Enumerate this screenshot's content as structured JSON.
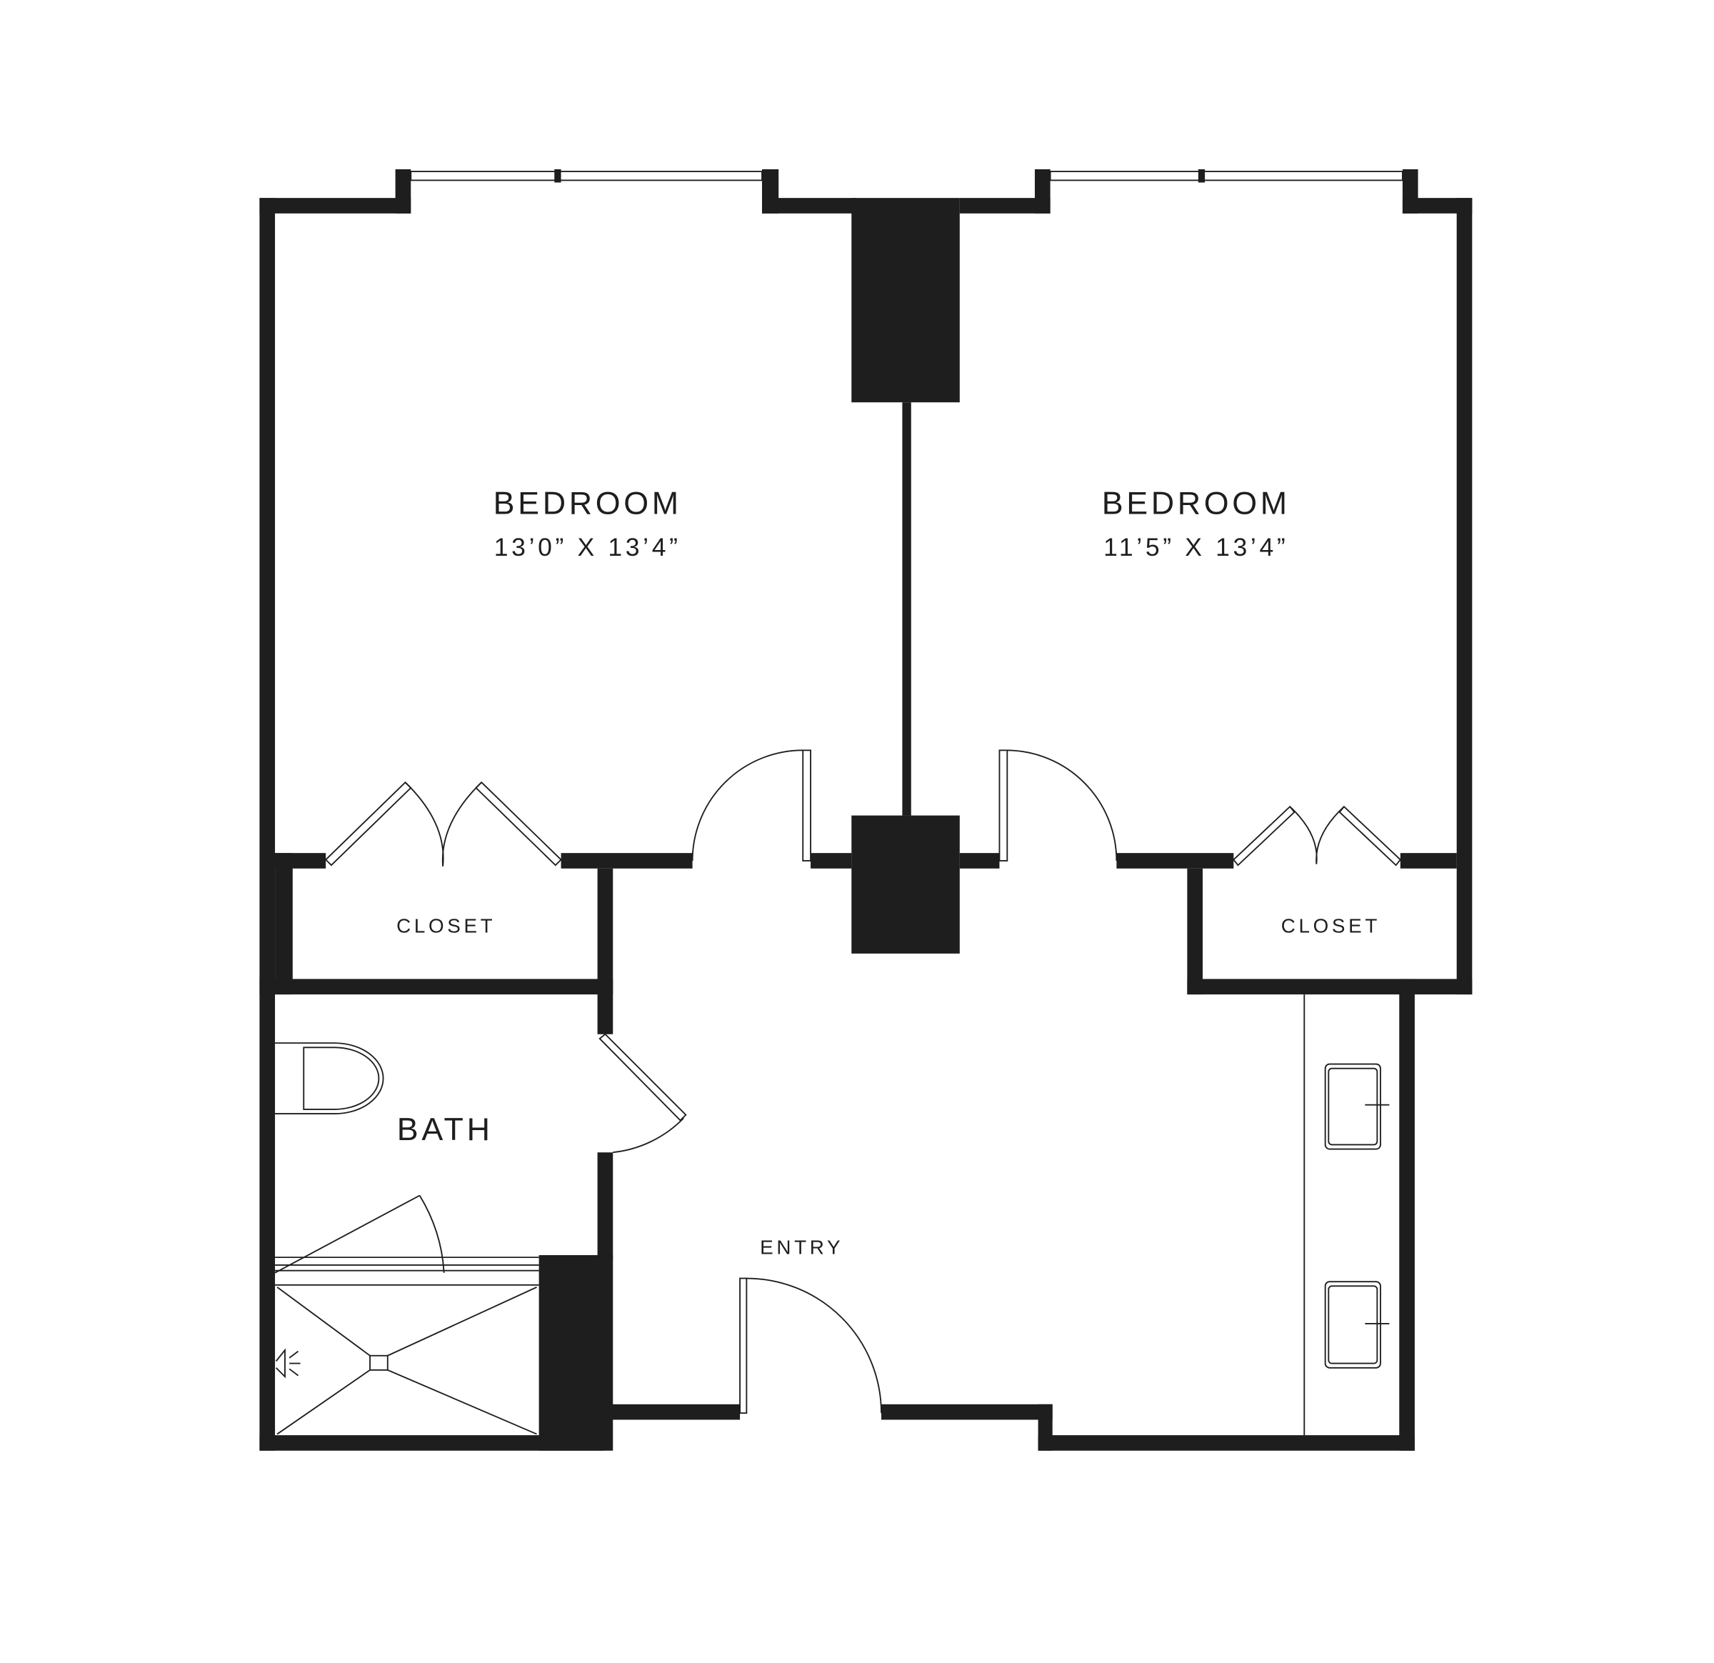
{
  "rooms": {
    "bedroom_1": {
      "label": "BEDROOM",
      "dimensions": "13’0” X 13’4”"
    },
    "bedroom_2": {
      "label": "BEDROOM",
      "dimensions": "11’5” X 13’4”"
    },
    "closet_1": {
      "label": "CLOSET"
    },
    "closet_2": {
      "label": "CLOSET"
    },
    "bath": {
      "label": "BATH"
    },
    "entry": {
      "label": "ENTRY"
    }
  },
  "colors": {
    "wall": "#1e1e1e",
    "background": "#ffffff"
  }
}
